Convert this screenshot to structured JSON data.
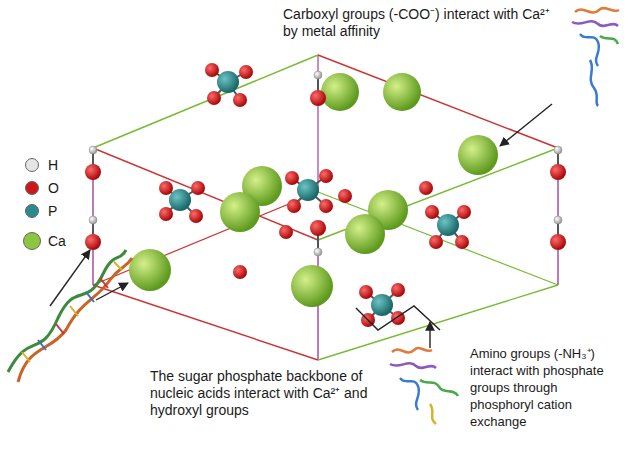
{
  "diagram": {
    "labels": [
      "Carboxyl groups (-COO⁻) interact with Ca²⁺ by metal affinity",
      "The sugar phosphate backbone of nucleic acids interact with Ca²⁺ and hydroxyl groups",
      "Amino groups (-NH₃⁺) interact with phosphate groups through phosphoryl cation exchange"
    ],
    "legend": [
      {
        "text": "H",
        "color": "#e6e6e6"
      },
      {
        "text": "O",
        "color": "#cc1818"
      },
      {
        "text": "P",
        "color": "#2b8a8c"
      },
      {
        "text": "Ca",
        "color": "#8cc63f"
      }
    ]
  }
}
